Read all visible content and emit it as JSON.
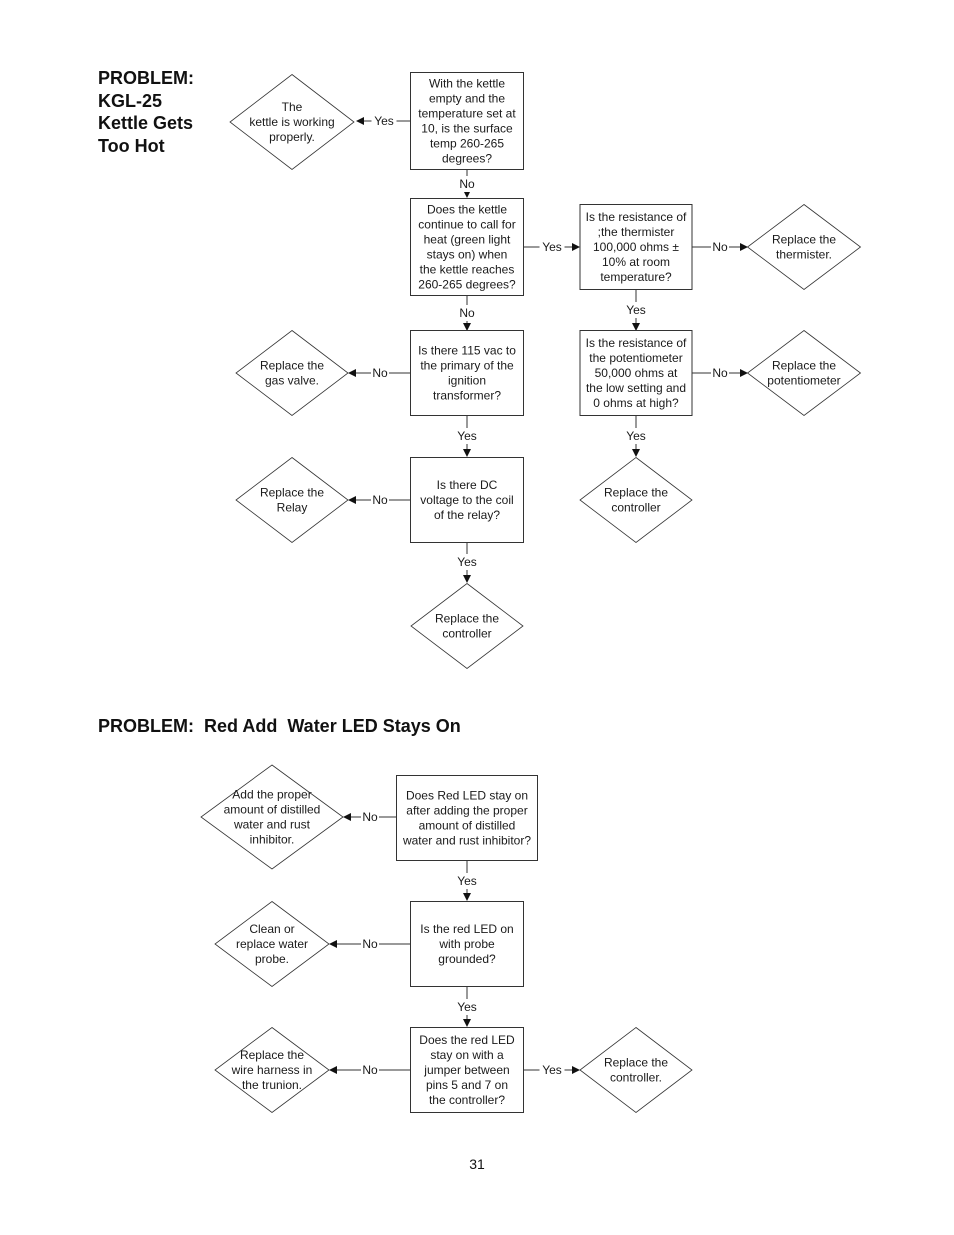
{
  "section1": {
    "title_lines": [
      "PROBLEM:",
      "KGL-25",
      "Kettle Gets",
      "Too Hot"
    ],
    "nodes": [
      {
        "id": "q1",
        "shape": "box",
        "lines": [
          "With the kettle",
          "empty and the",
          "temperature set at",
          "10, is the surface",
          "temp 260-265",
          "degrees?"
        ]
      },
      {
        "id": "r1",
        "shape": "diamond",
        "lines": [
          "The",
          "kettle is working",
          "properly."
        ]
      },
      {
        "id": "q2",
        "shape": "box",
        "lines": [
          "Does the kettle",
          "continue to call for",
          "heat (green light",
          "stays on)  when",
          "the kettle reaches",
          "260-265 degrees?"
        ]
      },
      {
        "id": "q3",
        "shape": "box",
        "lines": [
          "Is the resistance of",
          ";the thermister",
          "100,000 ohms ±",
          "10% at room",
          "temperature?"
        ]
      },
      {
        "id": "r2",
        "shape": "diamond",
        "lines": [
          "Replace the",
          "thermister."
        ]
      },
      {
        "id": "q4",
        "shape": "box",
        "lines": [
          "Is there 115 vac to",
          "the primary of the",
          "ignition",
          "transformer?"
        ]
      },
      {
        "id": "r3",
        "shape": "diamond",
        "lines": [
          "Replace the",
          "gas valve."
        ]
      },
      {
        "id": "q5",
        "shape": "box",
        "lines": [
          "Is the resistance of",
          "the potentiometer",
          "50,000 ohms at",
          "the low setting and",
          "0 ohms at high?"
        ]
      },
      {
        "id": "r4",
        "shape": "diamond",
        "lines": [
          "Replace the",
          "potentiometer"
        ]
      },
      {
        "id": "q6",
        "shape": "box",
        "lines": [
          "Is there DC",
          "voltage to the coil",
          "of the relay?"
        ]
      },
      {
        "id": "r5",
        "shape": "diamond",
        "lines": [
          "Replace the",
          "Relay"
        ]
      },
      {
        "id": "r6",
        "shape": "diamond",
        "lines": [
          "Replace the",
          "controller"
        ]
      },
      {
        "id": "r7",
        "shape": "diamond",
        "lines": [
          "Replace the",
          "controller"
        ]
      }
    ],
    "edges": [
      {
        "from": "q1",
        "to": "r1",
        "label": "Yes"
      },
      {
        "from": "q1",
        "to": "q2",
        "label": "No"
      },
      {
        "from": "q2",
        "to": "q3",
        "label": "Yes"
      },
      {
        "from": "q2",
        "to": "q4",
        "label": "No"
      },
      {
        "from": "q3",
        "to": "r2",
        "label": "No"
      },
      {
        "from": "q3",
        "to": "q5",
        "label": "Yes"
      },
      {
        "from": "q4",
        "to": "r3",
        "label": "No"
      },
      {
        "from": "q4",
        "to": "q6",
        "label": "Yes"
      },
      {
        "from": "q5",
        "to": "r4",
        "label": "No"
      },
      {
        "from": "q5",
        "to": "r6",
        "label": "Yes"
      },
      {
        "from": "q6",
        "to": "r5",
        "label": "No"
      },
      {
        "from": "q6",
        "to": "r7",
        "label": "Yes"
      }
    ]
  },
  "section2": {
    "title_parts": [
      "PROBLEM:",
      "Red Add",
      "Water LED Stays On"
    ],
    "nodes": [
      {
        "id": "s1",
        "shape": "box",
        "lines": [
          "Does Red LED stay on",
          "after adding the proper",
          "amount of distilled",
          "water and rust inhibitor?"
        ]
      },
      {
        "id": "t1",
        "shape": "diamond",
        "lines": [
          "Add the proper",
          "amount of distilled",
          "water and rust",
          "inhibitor."
        ]
      },
      {
        "id": "s2",
        "shape": "box",
        "lines": [
          "Is the red LED on",
          "with probe",
          "grounded?"
        ]
      },
      {
        "id": "t2",
        "shape": "diamond",
        "lines": [
          "Clean or",
          "replace water",
          "probe."
        ]
      },
      {
        "id": "s3",
        "shape": "box",
        "lines": [
          "Does the red LED",
          "stay on with a",
          "jumper between",
          "pins 5 and 7 on",
          "the controller?"
        ]
      },
      {
        "id": "t3",
        "shape": "diamond",
        "lines": [
          "Replace the",
          "wire harness in",
          "the trunion."
        ]
      },
      {
        "id": "t4",
        "shape": "diamond",
        "lines": [
          "Replace the",
          "controller."
        ]
      }
    ],
    "edges": [
      {
        "from": "s1",
        "to": "t1",
        "label": "No"
      },
      {
        "from": "s1",
        "to": "s2",
        "label": "Yes"
      },
      {
        "from": "s2",
        "to": "t2",
        "label": "No"
      },
      {
        "from": "s2",
        "to": "s3",
        "label": "Yes"
      },
      {
        "from": "s3",
        "to": "t3",
        "label": "No"
      },
      {
        "from": "s3",
        "to": "t4",
        "label": "Yes"
      }
    ]
  },
  "page_number": "31",
  "colors": {
    "line": "#333333",
    "text": "#1a1a1a"
  }
}
